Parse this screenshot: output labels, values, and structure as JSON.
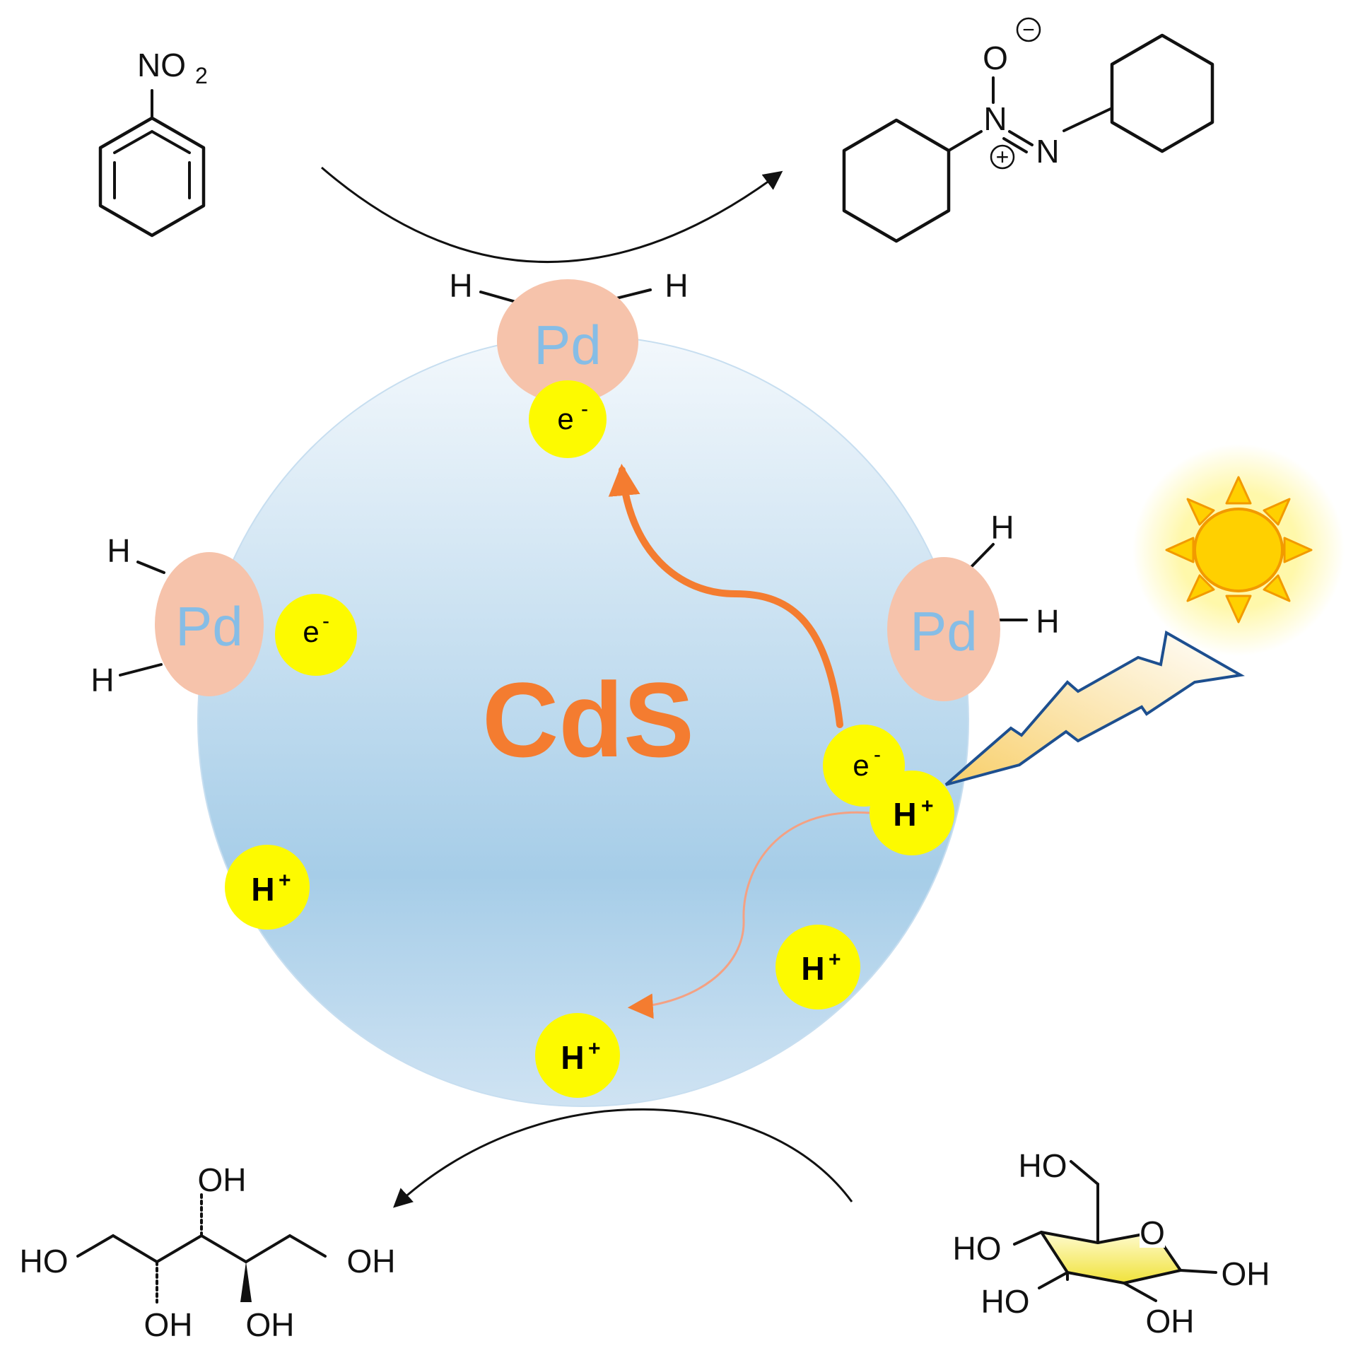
{
  "colors": {
    "particle": "#cfe3f3",
    "particle_edge": "#9dc8e8",
    "pd_cocatalyst": "#f6c3ab",
    "pd_text": "#86bde6",
    "charge_spot": "#fdfa00",
    "cds_text": "#f47c30",
    "aromatic": "#00e5f5",
    "glucose_ring": "#f5ee60",
    "sun": "#ffd000",
    "lightning": "#fbe5b0"
  },
  "labels": {
    "catalyst": "CdS",
    "cocatalyst": "Pd",
    "hydrogen": "H",
    "electron": "e",
    "electron_charge": "-",
    "proton": "H",
    "proton_charge": "+"
  },
  "molecules": {
    "nitrobenzene": {
      "group": "NO",
      "subscript": "2"
    },
    "azoxybenzene": {
      "n_oxide": "N",
      "n_azo": "N",
      "oxygen": "O",
      "plus": "+",
      "minus": "−"
    },
    "glucose": {
      "ho_top": "HO",
      "ho_left": "HO",
      "ho_lower": "HO",
      "oh_right": "OH",
      "oh_bottom": "OH",
      "ring_o": "O"
    },
    "sorbitol": {
      "oh_top": "OH",
      "ho_left": "HO",
      "oh_right": "OH",
      "oh_b1": "OH",
      "oh_b2": "OH"
    }
  },
  "icons": [
    "sun-icon",
    "lightning-icon"
  ]
}
